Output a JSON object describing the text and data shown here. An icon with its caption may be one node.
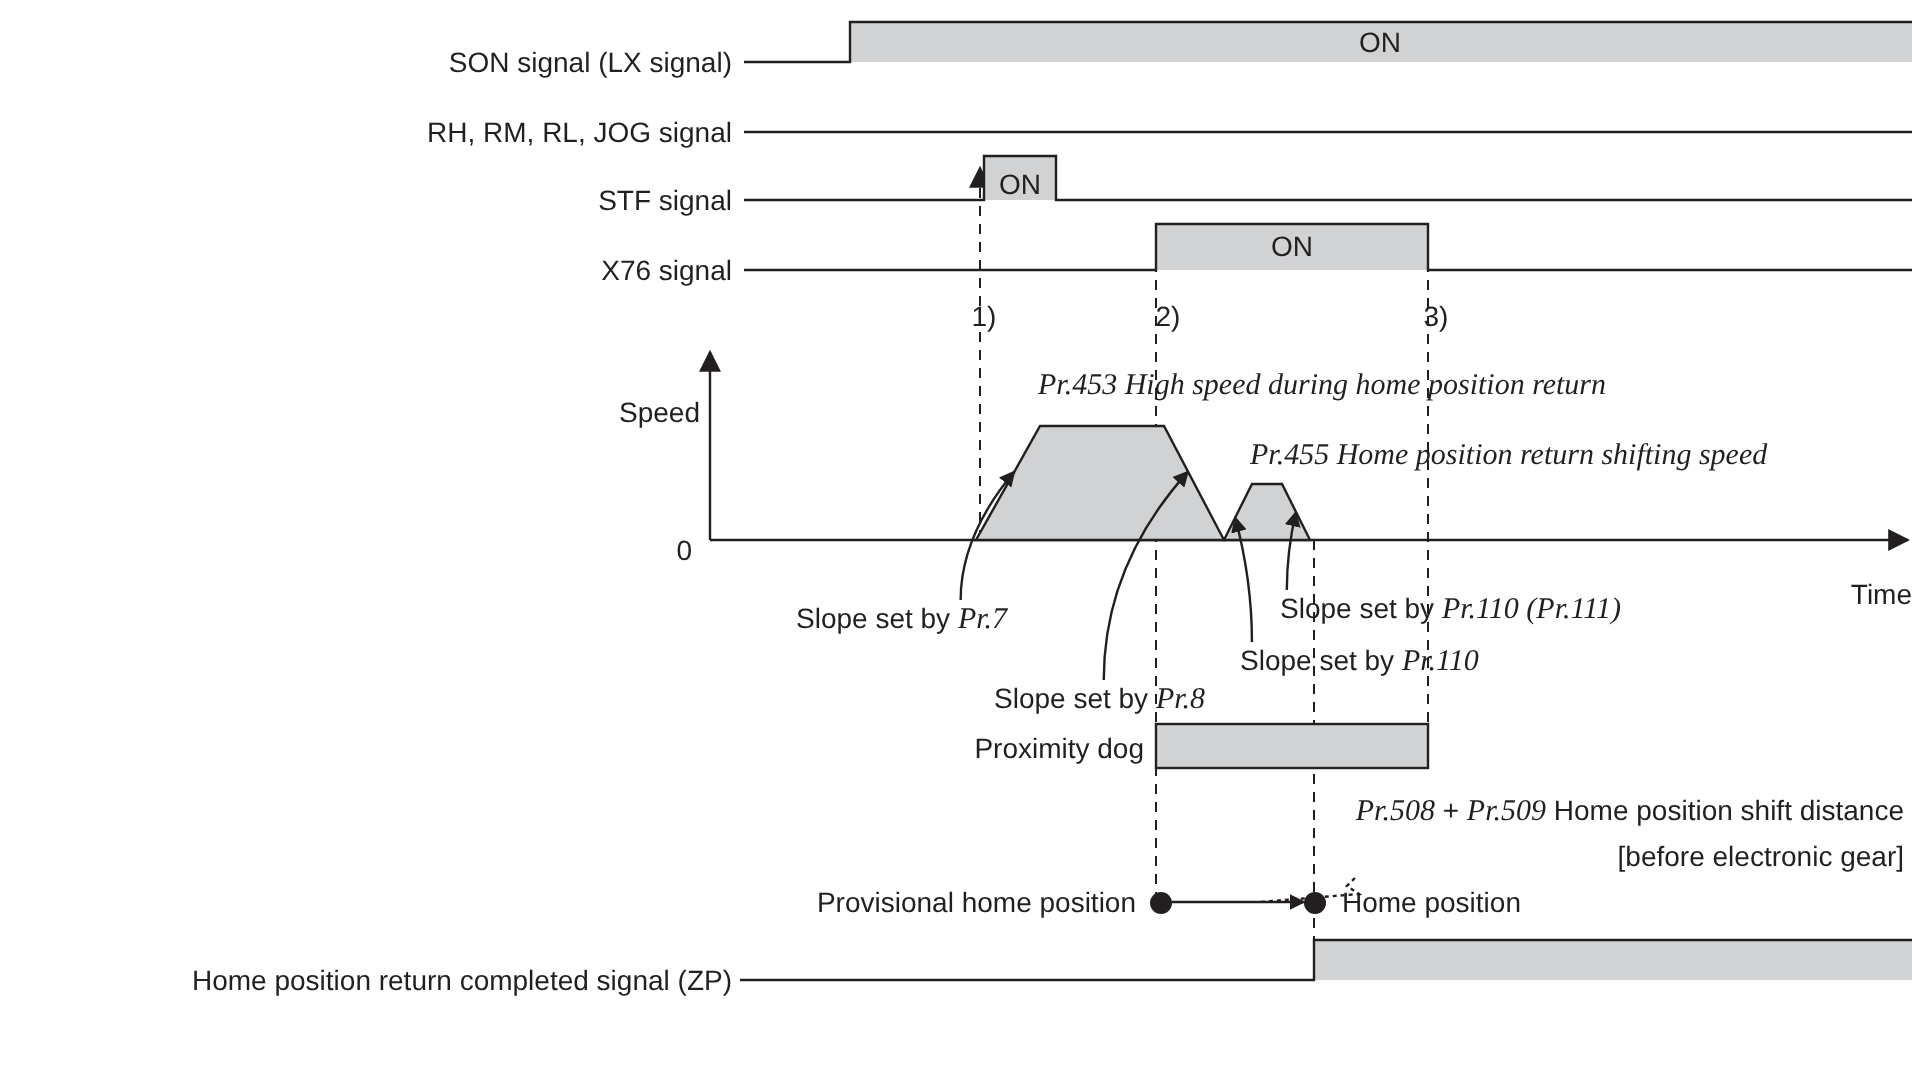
{
  "diagram": {
    "nodes": [
      {
        "text": [
          "Slope set by *Pr.7*"
        ]
      },
      {
        "text": [
          "Slope set by *Pr.8*"
        ]
      },
      {
        "text": [
          "Slope set by *Pr.110*"
        ]
      },
      {
        "text": [
          "Slope set by *Pr.110 (Pr.111)*"
        ]
      },
      {
        "text": [
          "Provisional home position"
        ]
      },
      {
        "text": [
          "Home position"
        ]
      },
      {
        "text": [
          "*Pr.508* + *Pr.509* Home position shift distance [before electronic gear]"
        ]
      },
      {
        "text": [],
        "shape": "trapezoid"
      },
      {
        "text": [],
        "shape": "trapezoid"
      }
    ],
    "edges": [
      {
        "from": 0,
        "to": 7,
        "arrow": "to"
      },
      {
        "from": 1,
        "to": 7,
        "arrow": "to"
      },
      {
        "from": 2,
        "to": 8,
        "arrow": "to"
      },
      {
        "from": 3,
        "to": 8,
        "arrow": "to"
      },
      {
        "from": 4,
        "to": 5,
        "arrow": "to"
      },
      {
        "from": 6,
        "to": null,
        "arrow": "none",
        "style": "dashed"
      }
    ],
    "labels": [
      "SON signal (LX signal)",
      "ON",
      "RH, RM, RL, JOG signal",
      "STF signal",
      "ON",
      "X76 signal",
      "ON",
      "1)",
      "2)",
      "3)",
      "Pr.453 High speed during home position return",
      "Speed",
      "Pr.455 Home position return shifting speed",
      "0",
      "Time",
      "Proximity dog",
      "Home position return completed signal (ZP)"
    ]
  }
}
